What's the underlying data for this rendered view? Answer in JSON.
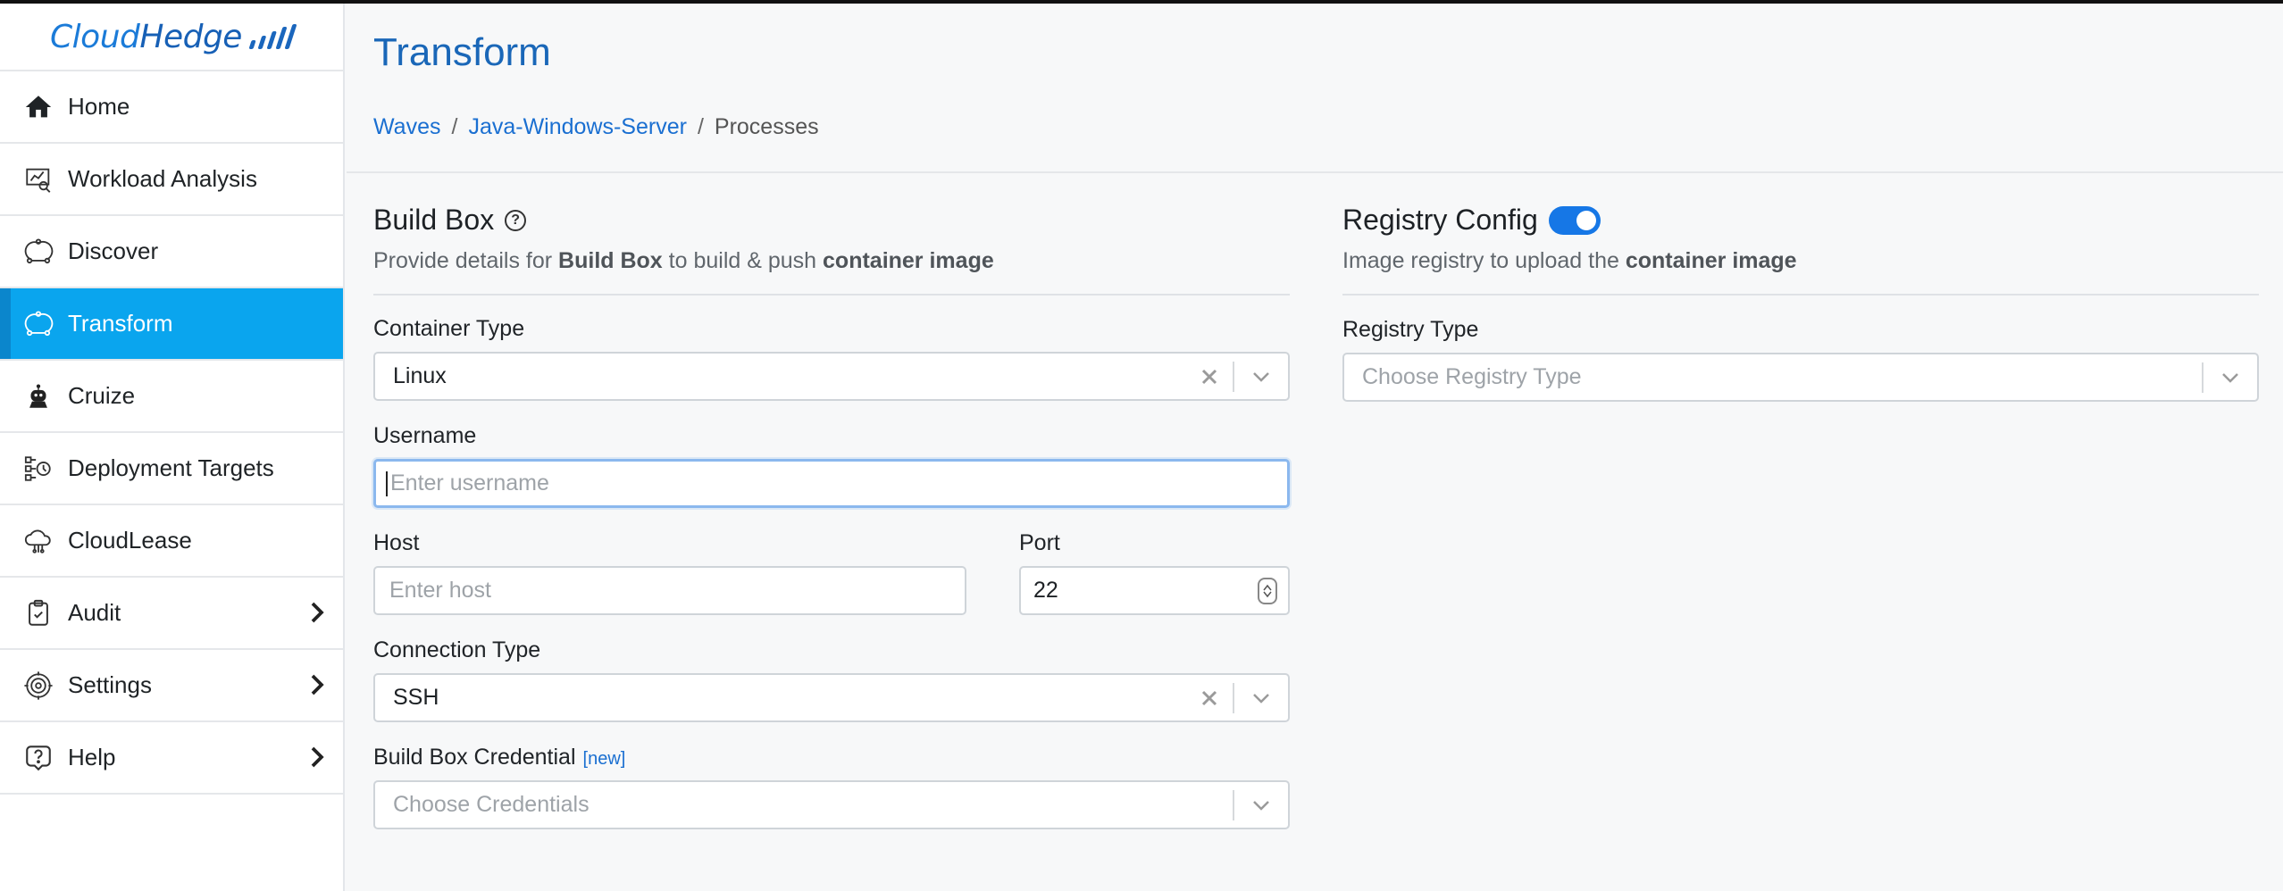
{
  "app": {
    "logo_cloud": "Cloud",
    "logo_hedge": "Hedge"
  },
  "sidebar": {
    "items": [
      {
        "label": "Home",
        "icon": "home-icon",
        "active": false,
        "has_arrow": false
      },
      {
        "label": "Workload Analysis",
        "icon": "analysis-icon",
        "active": false,
        "has_arrow": false
      },
      {
        "label": "Discover",
        "icon": "discover-icon",
        "active": false,
        "has_arrow": false
      },
      {
        "label": "Transform",
        "icon": "transform-icon",
        "active": true,
        "has_arrow": false
      },
      {
        "label": "Cruize",
        "icon": "robot-icon",
        "active": false,
        "has_arrow": false
      },
      {
        "label": "Deployment Targets",
        "icon": "deployment-icon",
        "active": false,
        "has_arrow": false
      },
      {
        "label": "CloudLease",
        "icon": "cloud-icon",
        "active": false,
        "has_arrow": false
      },
      {
        "label": "Audit",
        "icon": "clipboard-check-icon",
        "active": false,
        "has_arrow": true
      },
      {
        "label": "Settings",
        "icon": "settings-icon",
        "active": false,
        "has_arrow": true
      },
      {
        "label": "Help",
        "icon": "help-icon",
        "active": false,
        "has_arrow": true
      }
    ]
  },
  "header": {
    "title": "Transform",
    "breadcrumb": {
      "level1": "Waves",
      "sep1": "/",
      "level2": "Java-Windows-Server",
      "sep2": "/",
      "level3": "Processes"
    }
  },
  "build_box": {
    "title": "Build Box",
    "desc_1": "Provide details for ",
    "desc_bold_1": "Build Box",
    "desc_2": " to build & push ",
    "desc_bold_2": "container image",
    "container_type_label": "Container Type",
    "container_type_value": "Linux",
    "username_label": "Username",
    "username_value": "",
    "username_placeholder": "Enter username",
    "host_label": "Host",
    "host_value": "",
    "host_placeholder": "Enter host",
    "port_label": "Port",
    "port_value": "22",
    "connection_type_label": "Connection Type",
    "connection_type_value": "SSH",
    "credential_label": "Build Box Credential",
    "credential_new_link": "[new]",
    "credential_placeholder": "Choose Credentials"
  },
  "registry": {
    "title": "Registry Config",
    "toggle_on": true,
    "desc_1": "Image registry to upload the ",
    "desc_bold": "container image",
    "registry_type_label": "Registry Type",
    "registry_type_placeholder": "Choose Registry Type"
  },
  "colors": {
    "accent": "#1a67b8",
    "active_nav": "#0aa5ee",
    "link": "#1a6fd1",
    "toggle": "#1677e6"
  }
}
